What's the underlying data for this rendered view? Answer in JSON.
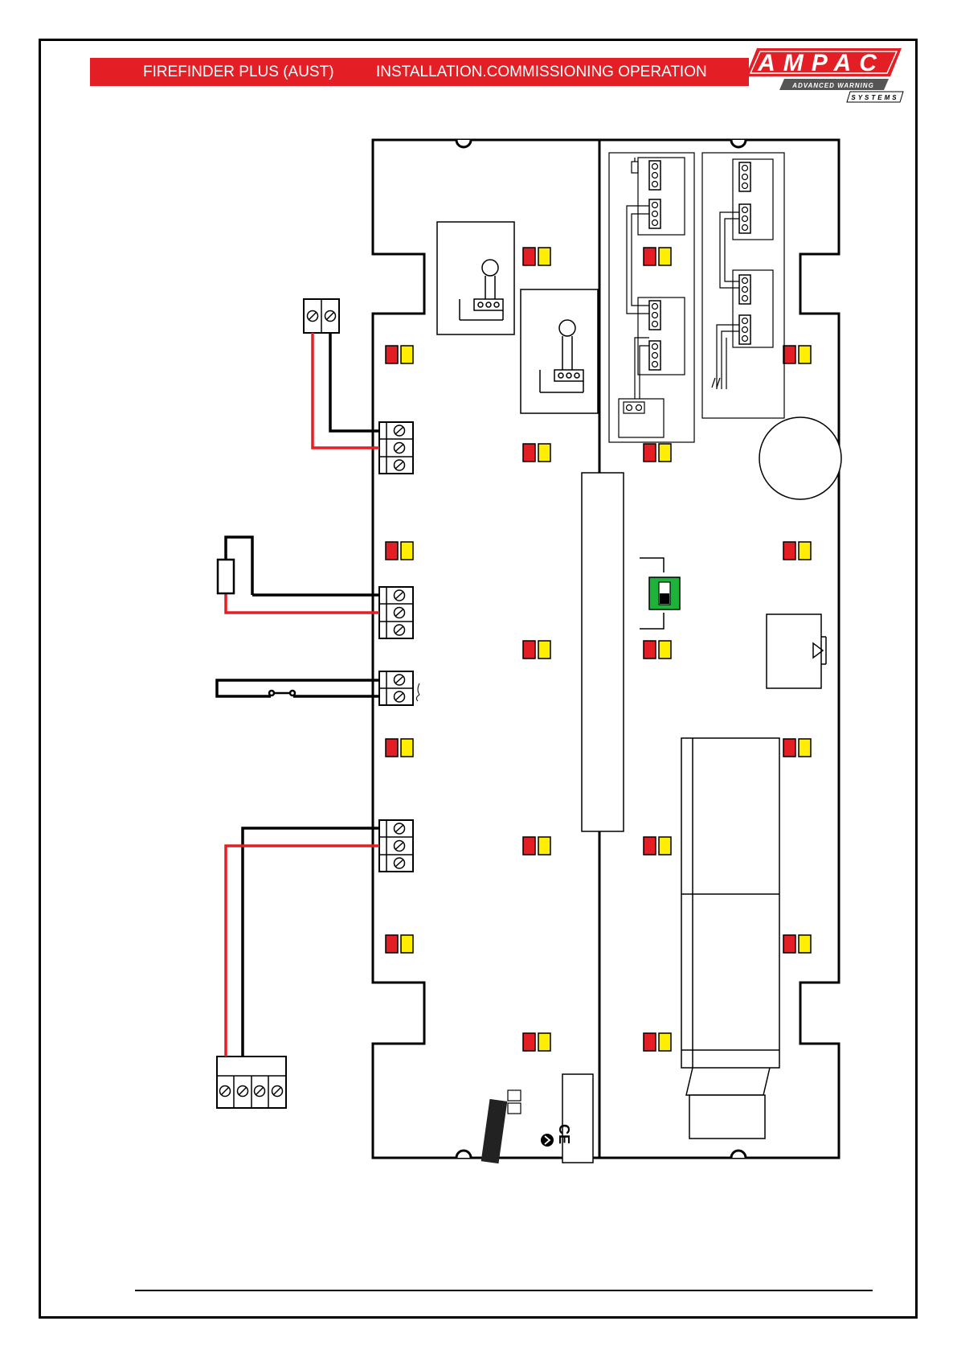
{
  "header": {
    "product": "FIREFINDER PLUS (AUST)",
    "section": "INSTALLATION.COMMISSIONING OPERATION",
    "banner_color": "#e31e24"
  },
  "logo": {
    "brand": "AMPAC",
    "tagline": "ADVANCED WARNING",
    "subtagline": "SYSTEMS",
    "brand_color": "#e31e24"
  },
  "diagram": {
    "board_outline_color": "#000000",
    "wire_positive_color": "#e31e24",
    "wire_negative_color": "#000000",
    "led_red_color": "#e31e24",
    "led_yellow_color": "#ffee00",
    "dip_switch_color": "#1db33a",
    "icons": [
      "terminal-block-icon",
      "led-pair-icon",
      "resistor-icon",
      "switch-icon",
      "buzzer-icon",
      "ce-mark-icon"
    ]
  }
}
